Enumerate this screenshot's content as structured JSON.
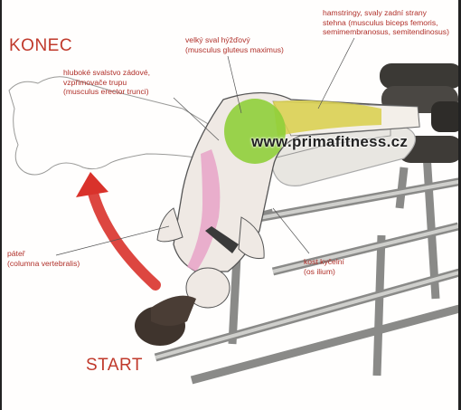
{
  "labels": {
    "konec": "KONEC",
    "start": "START",
    "gluteus": "velký sval hýžďový\n(musculus gluteus maximus)",
    "hamstrings": "hamstringy, svaly zadní strany\nstehna (musculus biceps femoris,\nsemimembranosus, semitendinosus)",
    "erector": "hluboké svalstvo zádové,\nvzpřimovače trupu\n(musculus erector trunci)",
    "spine": "páteř\n(columna vertebralis)",
    "ilium": "kost kyčelní\n(os ilium)"
  },
  "watermark": "www.primafitness.cz",
  "colors": {
    "label": "#b0302a",
    "arrow": "#d9322b",
    "gluteus": "#8fcf3a",
    "hamstrings": "#d8cf4a",
    "erector": "#e7a3c8",
    "bench": "#8a8a88",
    "skin": "#efe9e4"
  },
  "icons": [
    "up-arrow-icon"
  ]
}
